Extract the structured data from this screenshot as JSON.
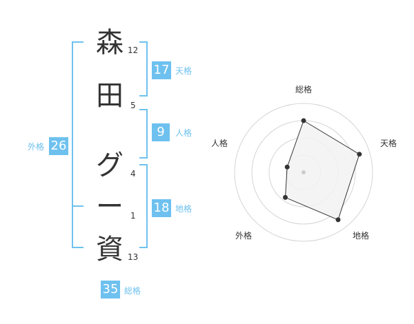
{
  "name_chars": [
    {
      "char": "森",
      "strokes": "12"
    },
    {
      "char": "田",
      "strokes": "5"
    },
    {
      "char": "グ",
      "strokes": "4"
    },
    {
      "char": "ー",
      "strokes": "1"
    },
    {
      "char": "資",
      "strokes": "13"
    }
  ],
  "kakusu": {
    "tenkaku": {
      "value": "17",
      "label": "天格"
    },
    "jinkaku": {
      "value": "9",
      "label": "人格"
    },
    "chikaku": {
      "value": "18",
      "label": "地格"
    },
    "gaikaku": {
      "value": "26",
      "label": "外格"
    },
    "soukaku": {
      "value": "35",
      "label": "総格"
    }
  },
  "colors": {
    "accent": "#6ec1ef",
    "text": "#333333",
    "polygon_fill": "#f2f2f2"
  },
  "chart_data": {
    "type": "radar",
    "axes": [
      "総格",
      "天格",
      "地格",
      "外格",
      "人格"
    ],
    "values": [
      0.75,
      0.85,
      0.85,
      0.45,
      0.25
    ],
    "max": 1,
    "rings": 4
  }
}
